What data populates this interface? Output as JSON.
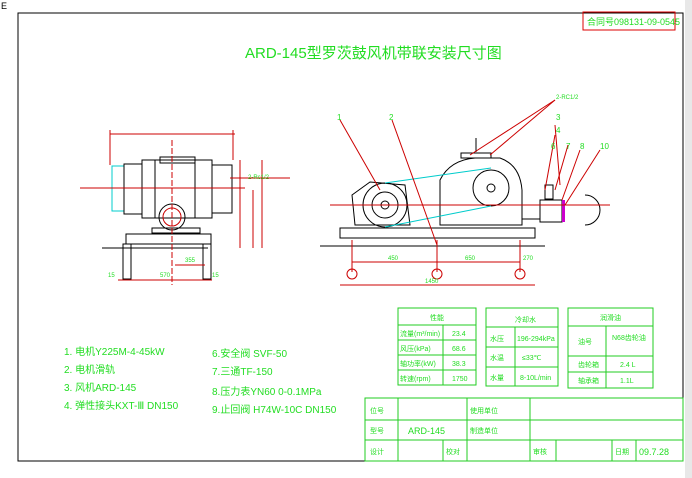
{
  "corner_mark": "E",
  "contract": {
    "label": "合同号",
    "number": "098131-09-0545"
  },
  "title": "ARD-145型罗茨鼓风机带联安装尺寸图",
  "colors": {
    "text": "#22dd22",
    "dimension": "#cc0000",
    "frame": "#000000",
    "belt": "#00cccc",
    "flange": "#cc00cc"
  },
  "side_view": {
    "callouts": [
      "1",
      "2",
      "3",
      "4",
      "6",
      "7",
      "8",
      "10"
    ],
    "note": "2-RC1/2",
    "dimensions": [
      "450",
      "650",
      "270",
      "1450"
    ]
  },
  "end_view": {
    "note": "2-Rc1/2",
    "dimensions": [
      "570",
      "355",
      "15",
      "15"
    ]
  },
  "parts": [
    "1. 电机Y225M-4-45kW",
    "2. 电机滑轨",
    "3. 风机ARD-145",
    "4. 弹性接头KXT-Ⅲ DN150",
    "6.安全阀 SVF-50",
    "7.三通TF-150",
    "8.压力表YN60 0-0.1MPa",
    "9.止回阀 H74W-10C DN150"
  ],
  "performance": {
    "header": "性能",
    "rows": [
      [
        "流量(m³/min)",
        "23.4"
      ],
      [
        "风压(kPa)",
        "68.6"
      ],
      [
        "轴功率(kW)",
        "38.3"
      ],
      [
        "转速(rpm)",
        "1750"
      ]
    ]
  },
  "cooling": {
    "header": "冷却水",
    "rows": [
      [
        "水压",
        "196-294kPa"
      ],
      [
        "水温",
        "≤33℃"
      ],
      [
        "水量",
        "8-10L/min"
      ]
    ]
  },
  "lubrication": {
    "header": "润滑油",
    "rows": [
      [
        "油号",
        "N68齿轮油"
      ],
      [
        "齿轮箱",
        "2.4 L"
      ],
      [
        "轴承箱",
        "1.1L"
      ]
    ]
  },
  "title_block": {
    "position_label": "位号",
    "user_label": "使用单位",
    "model_label": "型号",
    "model_value": "ARD-145",
    "maker_label": "制造单位",
    "design_label": "设计",
    "check_label": "校对",
    "review_label": "审核",
    "date_label": "日期",
    "date_value": "09.7.28"
  }
}
